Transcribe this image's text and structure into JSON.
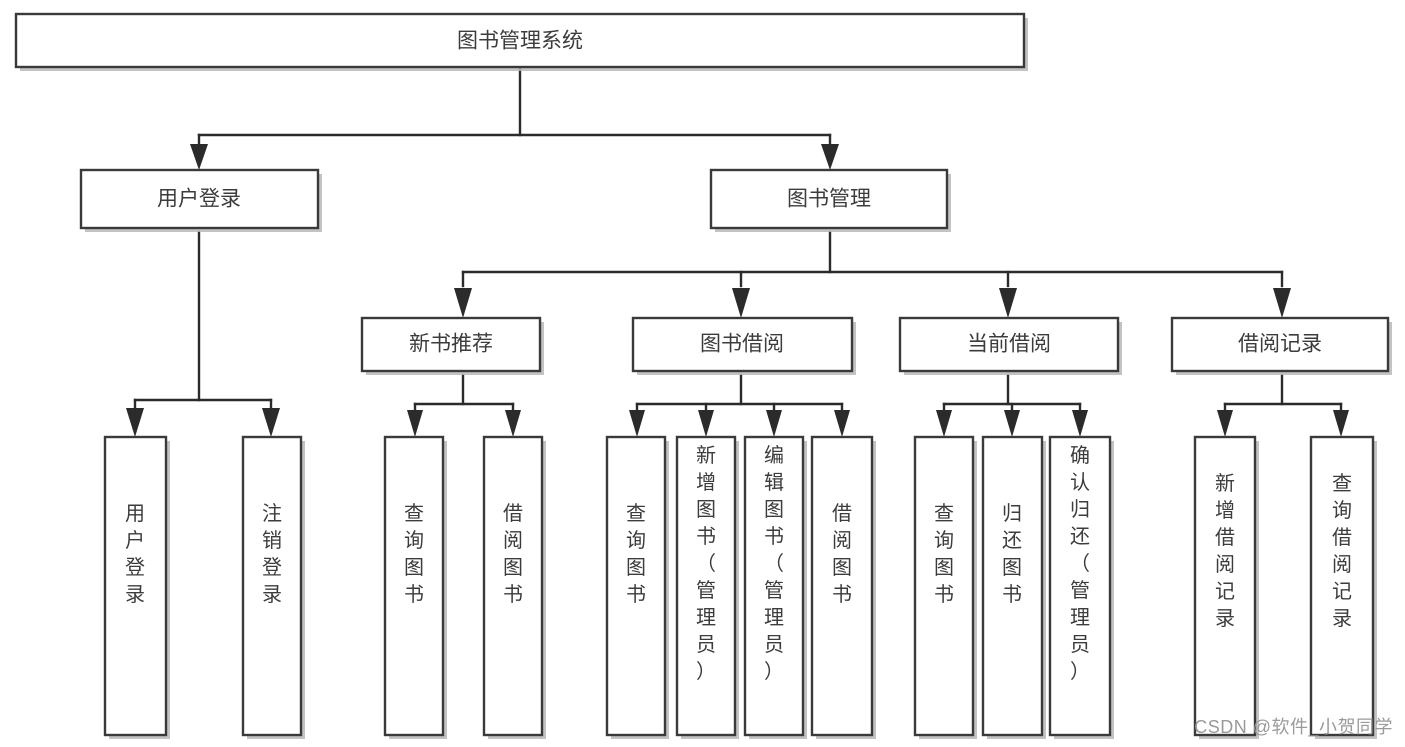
{
  "diagram": {
    "title": "图书管理系统",
    "type": "tree-hierarchy-chart",
    "watermark": "CSDN @软件_小贺同学",
    "colors": {
      "box_stroke": "#3a3a3a",
      "line": "#2b2b2b",
      "text": "#3c3c3c",
      "background": "#ffffff",
      "watermark": "#9a9a9a"
    },
    "levels": {
      "root": {
        "label": "图书管理系统"
      },
      "level2": [
        {
          "id": "user-login",
          "label": "用户登录"
        },
        {
          "id": "book-management",
          "label": "图书管理"
        }
      ],
      "level3": [
        {
          "id": "new-book-recommend",
          "label": "新书推荐",
          "parent": "book-management"
        },
        {
          "id": "book-borrow",
          "label": "图书借阅",
          "parent": "book-management"
        },
        {
          "id": "current-borrow",
          "label": "当前借阅",
          "parent": "book-management"
        },
        {
          "id": "borrow-record",
          "label": "借阅记录",
          "parent": "book-management"
        }
      ],
      "leaves": {
        "user-login": [
          {
            "id": "leaf-user-login",
            "label": "用户登录"
          },
          {
            "id": "leaf-user-logout",
            "label": "注销登录"
          }
        ],
        "new-book-recommend": [
          {
            "id": "leaf-query-book-1",
            "label": "查询图书"
          },
          {
            "id": "leaf-borrow-book-1",
            "label": "借阅图书"
          }
        ],
        "book-borrow": [
          {
            "id": "leaf-query-book-2",
            "label": "查询图书"
          },
          {
            "id": "leaf-add-book",
            "label": "新增图书（管理员）"
          },
          {
            "id": "leaf-edit-book",
            "label": "编辑图书（管理员）"
          },
          {
            "id": "leaf-borrow-book-2",
            "label": "借阅图书"
          }
        ],
        "current-borrow": [
          {
            "id": "leaf-query-book-3",
            "label": "查询图书"
          },
          {
            "id": "leaf-return-book",
            "label": "归还图书"
          },
          {
            "id": "leaf-confirm-return",
            "label": "确认归还（管理员）"
          }
        ],
        "borrow-record": [
          {
            "id": "leaf-add-record",
            "label": "新增借阅记录"
          },
          {
            "id": "leaf-query-record",
            "label": "查询借阅记录"
          }
        ]
      }
    }
  }
}
